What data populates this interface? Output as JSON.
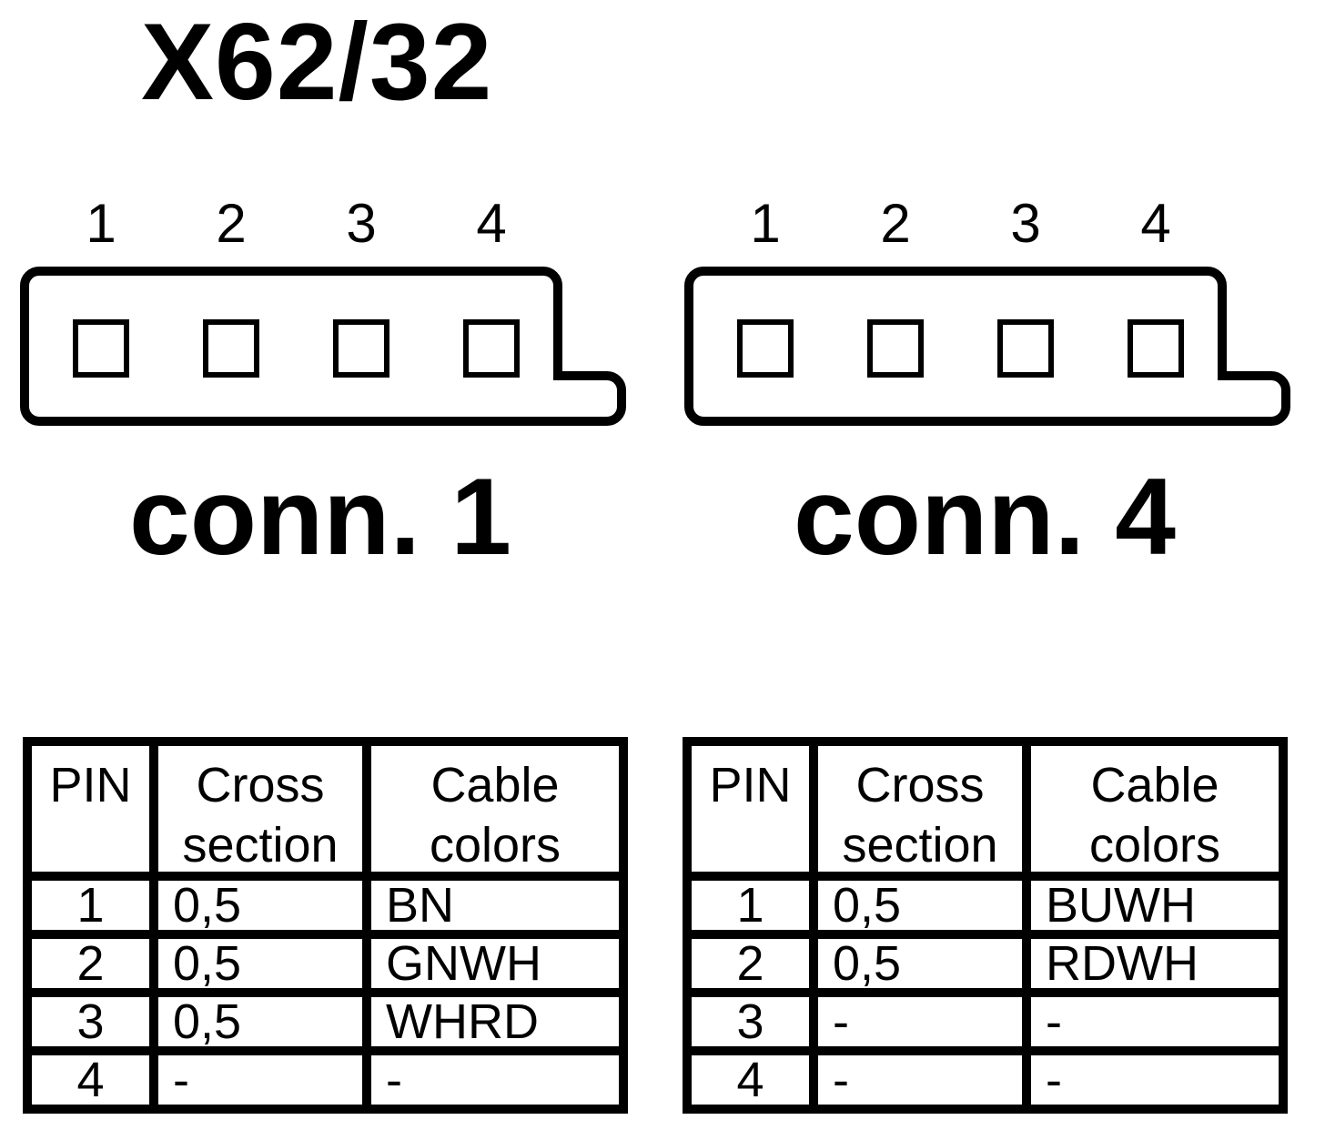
{
  "title": "X62/32",
  "colors": {
    "ink": "#000000",
    "background": "#ffffff"
  },
  "connectors": [
    {
      "name": "conn. 1",
      "pins": [
        "1",
        "2",
        "3",
        "4"
      ]
    },
    {
      "name": "conn. 4",
      "pins": [
        "1",
        "2",
        "3",
        "4"
      ]
    }
  ],
  "tables": [
    {
      "headers": {
        "pin": "PIN",
        "cross_line1": "Cross",
        "cross_line2": "section",
        "cable_line1": "Cable",
        "cable_line2": "colors"
      },
      "rows": [
        {
          "pin": "1",
          "cross": "0,5",
          "cable": "BN"
        },
        {
          "pin": "2",
          "cross": "0,5",
          "cable": "GNWH"
        },
        {
          "pin": "3",
          "cross": "0,5",
          "cable": "WHRD"
        },
        {
          "pin": "4",
          "cross": "-",
          "cable": "-"
        }
      ]
    },
    {
      "headers": {
        "pin": "PIN",
        "cross_line1": "Cross",
        "cross_line2": "section",
        "cable_line1": "Cable",
        "cable_line2": "colors"
      },
      "rows": [
        {
          "pin": "1",
          "cross": "0,5",
          "cable": "BUWH"
        },
        {
          "pin": "2",
          "cross": "0,5",
          "cable": "RDWH"
        },
        {
          "pin": "3",
          "cross": "-",
          "cable": "-"
        },
        {
          "pin": "4",
          "cross": "-",
          "cable": "-"
        }
      ]
    }
  ]
}
